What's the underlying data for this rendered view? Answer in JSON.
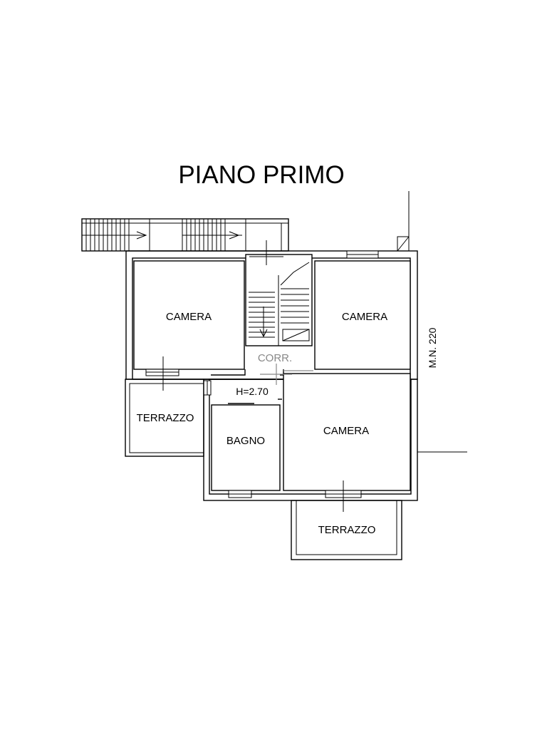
{
  "title": "PIANO PRIMO",
  "rooms": {
    "camera_nw": "CAMERA",
    "camera_ne": "CAMERA",
    "camera_se": "CAMERA",
    "terrazzo_w": "TERRAZZO",
    "terrazzo_s": "TERRAZZO",
    "bagno": "BAGNO",
    "corr": "CORR."
  },
  "height_label": "H=2.70",
  "cadastral_ref": "M.N. 220"
}
